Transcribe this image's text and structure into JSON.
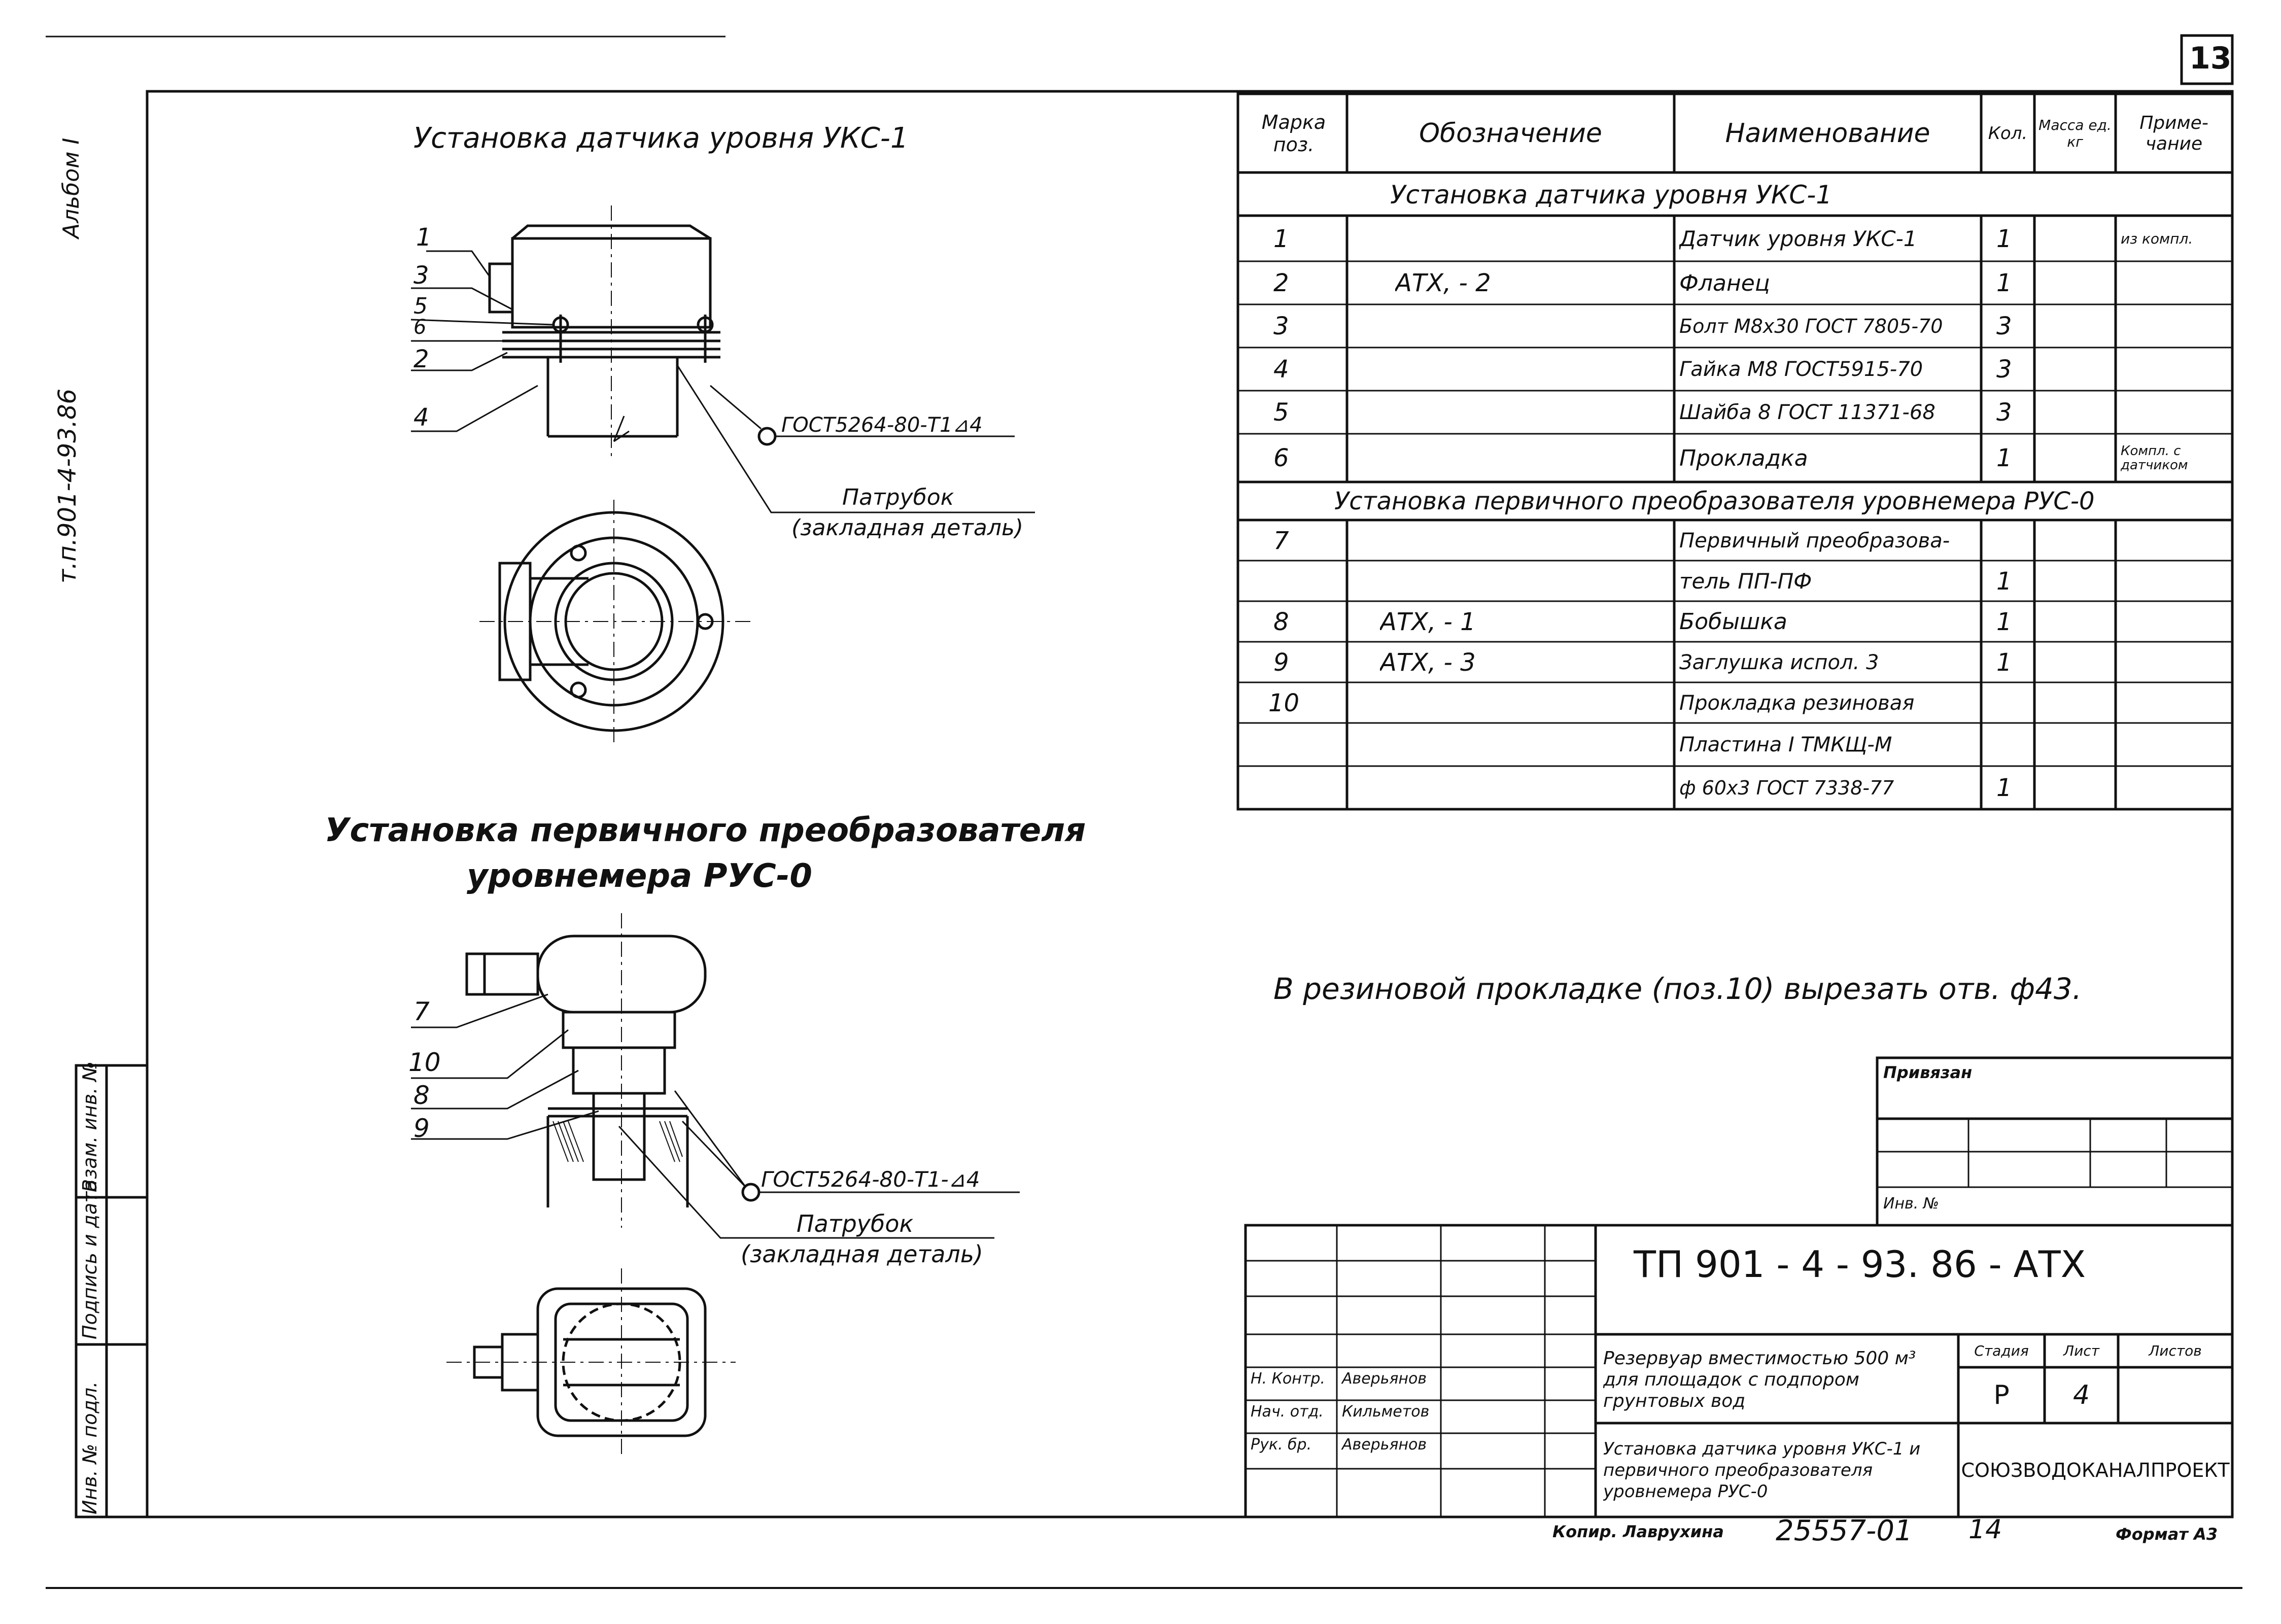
{
  "sheet_number": "13",
  "left_margin": {
    "album": "Альбом I",
    "doc_code": "т.п.901-4-93.86",
    "stamp_cells": [
      "Инв. № подл.",
      "Подпись и дата",
      "Взам. инв. №"
    ]
  },
  "drawing1": {
    "title": "Установка датчика уровня УКС-1",
    "callouts": [
      "1",
      "3",
      "5",
      "6",
      "2",
      "4"
    ],
    "weld_note": "ГОСТ5264-80-Т1⊿4",
    "pipe_label": "Патрубок",
    "pipe_sublabel": "(закладная деталь)"
  },
  "drawing2": {
    "title_line1": "Установка первичного преобразователя",
    "title_line2": "уровнемера РУС-0",
    "callouts": [
      "7",
      "10",
      "8",
      "9"
    ],
    "weld_note": "ГОСТ5264-80-Т1-⊿4",
    "pipe_label": "Патрубок",
    "pipe_sublabel": "(закладная деталь)"
  },
  "spec_table": {
    "headers": {
      "mark": "Марка поз.",
      "designation": "Обозначение",
      "name": "Наименование",
      "qty": "Кол.",
      "mass": "Масса ед. кг",
      "note": "Приме- чание"
    },
    "section1": "Установка датчика уровня УКС-1",
    "rows1": [
      {
        "pos": "1",
        "des": "",
        "name": "Датчик уровня УКС-1",
        "qty": "1",
        "mass": "",
        "note": "из компл."
      },
      {
        "pos": "2",
        "des": "АТХ, - 2",
        "name": "Фланец",
        "qty": "1",
        "mass": "",
        "note": ""
      },
      {
        "pos": "3",
        "des": "",
        "name": "Болт М8х30 ГОСТ 7805-70",
        "qty": "3",
        "mass": "",
        "note": ""
      },
      {
        "pos": "4",
        "des": "",
        "name": "Гайка М8 ГОСТ5915-70",
        "qty": "3",
        "mass": "",
        "note": ""
      },
      {
        "pos": "5",
        "des": "",
        "name": "Шайба 8 ГОСТ 11371-68",
        "qty": "3",
        "mass": "",
        "note": ""
      },
      {
        "pos": "6",
        "des": "",
        "name": "Прокладка",
        "qty": "1",
        "mass": "",
        "note": "Компл. с датчиком"
      }
    ],
    "section2": "Установка первичного преобразователя уровнемера РУС-0",
    "rows2": [
      {
        "pos": "7",
        "des": "",
        "name": "Первичный преобразова-",
        "qty": "",
        "mass": "",
        "note": ""
      },
      {
        "pos": "",
        "des": "",
        "name": "тель ПП-ПФ",
        "qty": "1",
        "mass": "",
        "note": ""
      },
      {
        "pos": "8",
        "des": "АТХ, - 1",
        "name": "Бобышка",
        "qty": "1",
        "mass": "",
        "note": ""
      },
      {
        "pos": "9",
        "des": "АТХ, - 3",
        "name": "Заглушка испол. 3",
        "qty": "1",
        "mass": "",
        "note": ""
      },
      {
        "pos": "10",
        "des": "",
        "name": "Прокладка резиновая",
        "qty": "",
        "mass": "",
        "note": ""
      },
      {
        "pos": "",
        "des": "",
        "name": "Пластина I ТМКЩ-М",
        "qty": "",
        "mass": "",
        "note": ""
      },
      {
        "pos": "",
        "des": "",
        "name": "ф 60х3 ГОСТ 7338-77",
        "qty": "1",
        "mass": "",
        "note": ""
      }
    ]
  },
  "note": "В резиновой прокладке (поз.10) вырезать отв. ф43.",
  "title_block": {
    "privyazan": "Привязан",
    "inv_no": "Инв. №",
    "doc_code": "ТП 901 - 4 - 93. 86 - АТХ",
    "signers": [
      {
        "role": "Н. Контр.",
        "name": "Аверьянов"
      },
      {
        "role": "Нач. отд.",
        "name": "Кильметов"
      },
      {
        "role": "Рук. бр.",
        "name": "Аверьянов"
      }
    ],
    "project_title": "Резервуар вместимостью 500 м³ для площадок с подпором грунтовых вод",
    "sheet_title": "Установка датчика уровня УКС-1 и первичного преобразователя уровнемера РУС-0",
    "stage_label": "Стадия",
    "sheet_label": "Лист",
    "sheets_label": "Листов",
    "stage": "Р",
    "sheet": "4",
    "sheets": "",
    "organization": "СОЮЗВОДОКАНАЛПРОЕКТ"
  },
  "footer": {
    "copied": "Копир. Лаврухина",
    "order": "25557-01",
    "page": "14",
    "format": "Формат А3"
  }
}
